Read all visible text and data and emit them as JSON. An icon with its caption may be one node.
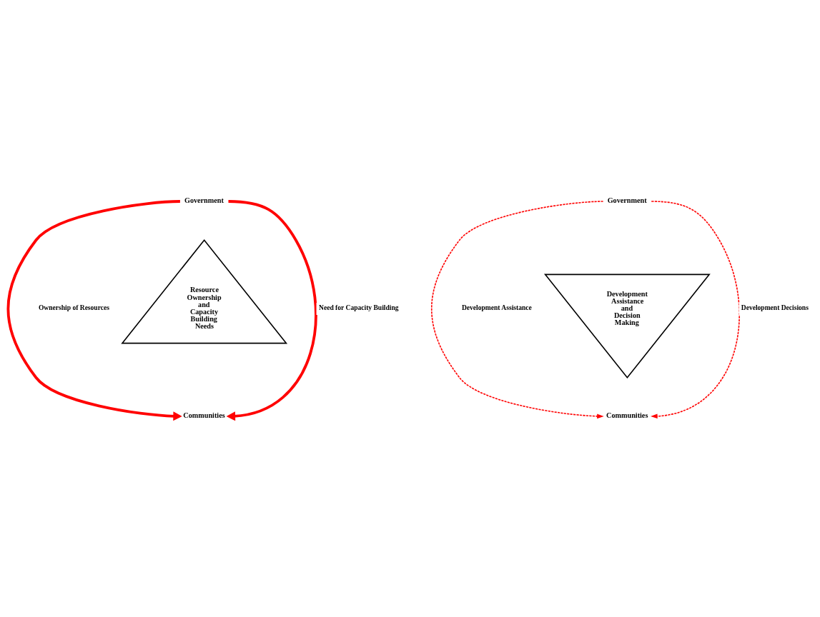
{
  "diagram": {
    "nodes": [
      {
        "text": [
          "Government"
        ]
      },
      {
        "text": [
          "Resource Ownership and Capacity Building Needs"
        ]
      },
      {
        "text": [
          "Communities"
        ]
      },
      {
        "text": [
          "Government"
        ]
      },
      {
        "text": [
          "Development Assistance and Decision Making"
        ]
      },
      {
        "text": [
          "Communities"
        ]
      }
    ],
    "edges": [
      {
        "from": 0,
        "to": 2,
        "arrow": "to",
        "label": "Ownership of Resources",
        "style": "thick",
        "color": "#ff0000"
      },
      {
        "from": 0,
        "to": 2,
        "arrow": "to",
        "label": "Need for Capacity Building",
        "style": "thick",
        "color": "#ff0000"
      },
      {
        "from": 3,
        "to": 5,
        "arrow": "to",
        "label": "Development Assistance",
        "style": "dashed",
        "color": "#ff0000"
      },
      {
        "from": 3,
        "to": 5,
        "arrow": "to",
        "label": "Development Decisions",
        "style": "dashed",
        "color": "#ff0000"
      }
    ]
  }
}
